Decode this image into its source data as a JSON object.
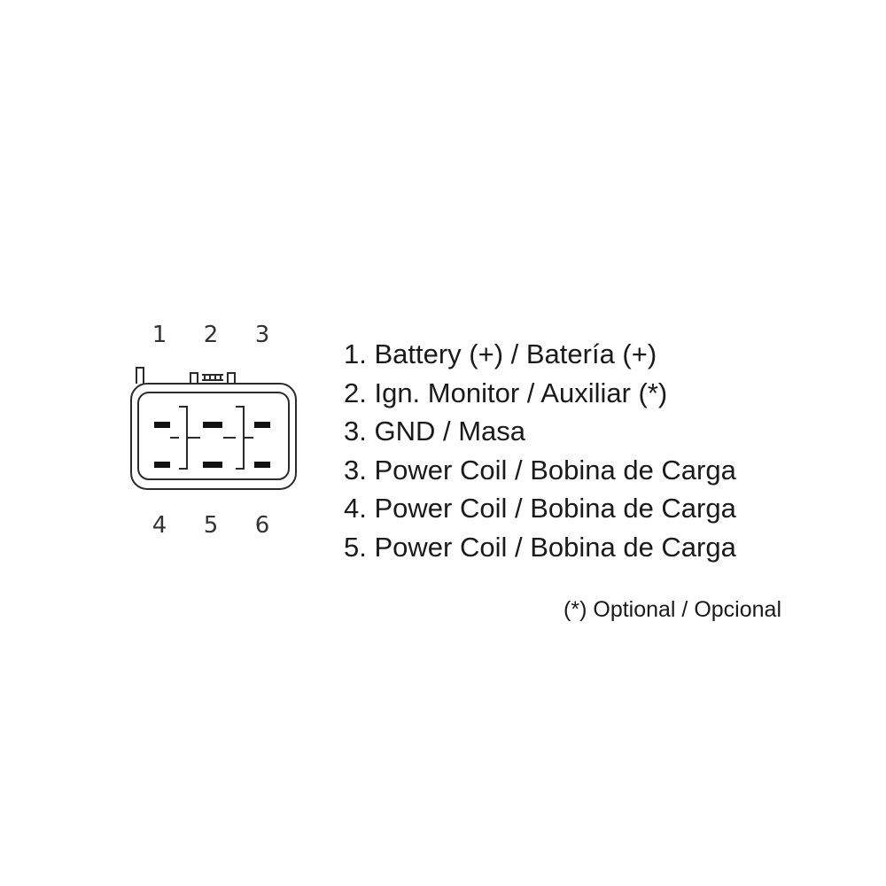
{
  "connector": {
    "top_pin_numbers": [
      "1",
      "2",
      "3"
    ],
    "bottom_pin_numbers": [
      "4",
      "5",
      "6"
    ]
  },
  "legend": {
    "items": [
      "1. Battery (+) / Batería (+)",
      "2. Ign. Monitor / Auxiliar (*)",
      "3. GND / Masa",
      "3. Power Coil / Bobina de Carga",
      "4. Power Coil / Bobina de Carga",
      "5. Power Coil / Bobina de Carga"
    ],
    "footnote": "(*) Optional / Opcional"
  }
}
